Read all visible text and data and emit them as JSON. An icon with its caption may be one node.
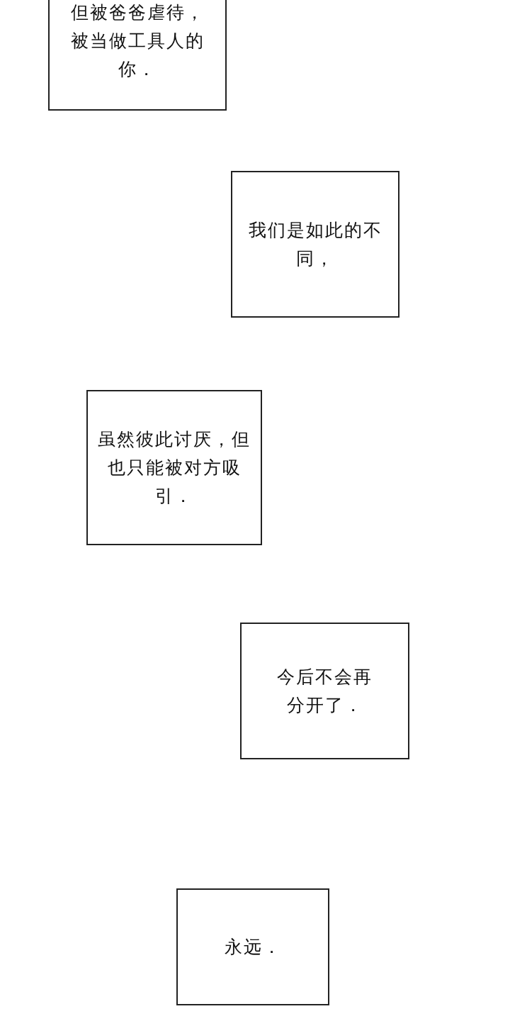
{
  "diagram": {
    "nodes": [
      {
        "text": [
          "但被爸爸虐待，被当做工具人的你．"
        ]
      },
      {
        "text": [
          "我们是如此的不同，"
        ]
      },
      {
        "text": [
          "虽然彼此讨厌，但也只能被对方吸引．"
        ]
      },
      {
        "text": [
          "今后不会再分开了．"
        ]
      },
      {
        "text": [
          "永远．"
        ]
      }
    ]
  }
}
